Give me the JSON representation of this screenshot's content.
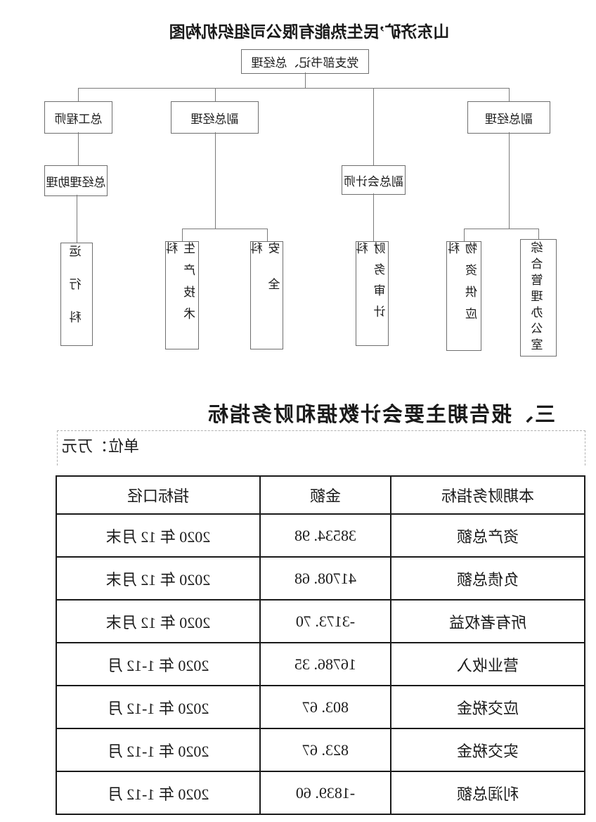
{
  "org_chart": {
    "title": "山东济矿’民生热能有限公司组织机构图",
    "nodes": {
      "root": "党支部书记、总经理",
      "vp_left": "副总经理",
      "chief_accountant": "副总会计师",
      "vp_middle": "副总经理",
      "chief_engineer": "总工程师",
      "gm_assistant": "总经理助理",
      "dept_general_admin_office": "综合管理办公室",
      "dept_material_supply": "物资供应科",
      "dept_finance_audit": "财务审计科",
      "dept_safety": "安全科",
      "dept_production_tech": "生产技术科",
      "dept_operations": "运行科"
    }
  },
  "section": {
    "heading": "三、报告期主要会计数据和财务指标",
    "unit_label": "单位：万元"
  },
  "table": {
    "columns": [
      "本期财务指标",
      "金额",
      "指标口径"
    ],
    "rows": [
      {
        "indicator": "资产总额",
        "amount": "38534. 98",
        "period": "2020 年 12 月末"
      },
      {
        "indicator": "负债总额",
        "amount": "41708. 68",
        "period": "2020 年 12 月末"
      },
      {
        "indicator": "所有者权益",
        "amount": "-3173. 70",
        "period": "2020 年 12 月末"
      },
      {
        "indicator": "营业收入",
        "amount": "16786. 35",
        "period": "2020 年 1-12 月"
      },
      {
        "indicator": "应交税金",
        "amount": "803. 67",
        "period": "2020 年 1-12 月"
      },
      {
        "indicator": "实交税金",
        "amount": "823. 67",
        "period": "2020 年 1-12 月"
      },
      {
        "indicator": "利润总额",
        "amount": "-1839. 60",
        "period": "2020 年 1-12 月"
      }
    ]
  },
  "style": {
    "mirrored": true,
    "colors": {
      "background": "#ffffff",
      "text": "#1a1a1a",
      "org_box_border": "#6e6e6e",
      "connector": "#7a7a7a",
      "table_border": "#1a1a1a",
      "dashed_border": "#b0b0b0"
    }
  }
}
